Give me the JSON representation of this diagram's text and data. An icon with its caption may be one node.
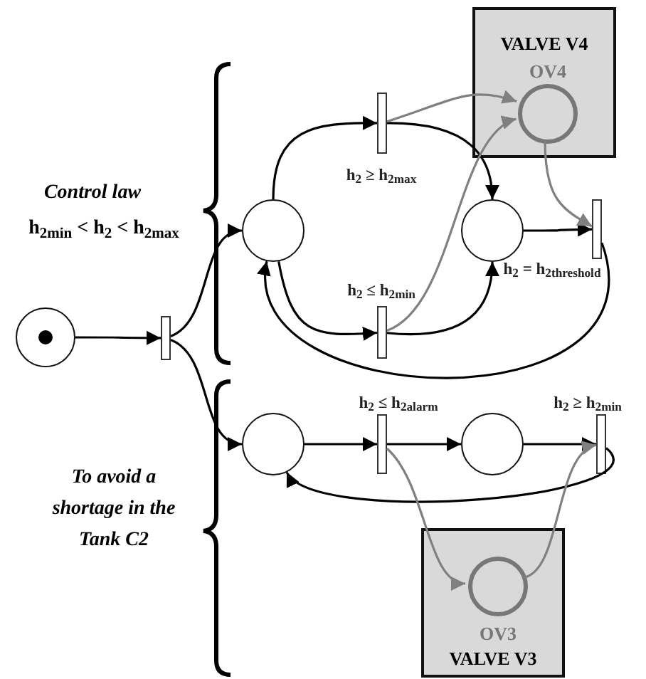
{
  "diagram": {
    "nodes": [
      {
        "text": [
          "VALVE V4"
        ]
      },
      {
        "text": [],
        "shape": "circle",
        "in": 0,
        "beside": [
          "OV4"
        ]
      },
      {
        "text": [],
        "shape": "bar",
        "beside": [
          "h$_{2}$ ≥ h$_{2max}$"
        ]
      },
      {
        "text": [],
        "shape": "circle"
      },
      {
        "text": [],
        "shape": "circle"
      },
      {
        "text": [],
        "shape": "bar",
        "beside": [
          "h$_{2}$ = h$_{2threshold}$"
        ]
      },
      {
        "text": [],
        "shape": "circle"
      },
      {
        "text": [],
        "shape": "bar"
      },
      {
        "text": [],
        "shape": "bar",
        "beside": [
          "h$_{2}$ ≤ h$_{2min}$"
        ]
      },
      {
        "text": [],
        "shape": "circle"
      },
      {
        "text": [],
        "shape": "bar",
        "beside": [
          "h$_{2}$ ≤ h$_{2alarm}$"
        ]
      },
      {
        "text": [],
        "shape": "circle"
      },
      {
        "text": [],
        "shape": "bar",
        "beside": [
          "h$_{2}$ ≥ h$_{2min}$"
        ]
      },
      {
        "text": [
          "VALVE V3"
        ]
      },
      {
        "text": [],
        "shape": "circle",
        "in": 13,
        "beside": [
          "OV3"
        ]
      }
    ],
    "edges": [
      {
        "from": 6,
        "to": 7,
        "arrow": "to"
      },
      {
        "from": 7,
        "to": 3,
        "arrow": "to"
      },
      {
        "from": 7,
        "to": 9,
        "arrow": "to"
      },
      {
        "from": 3,
        "to": 2,
        "arrow": "to"
      },
      {
        "from": 3,
        "to": 8,
        "arrow": "to"
      },
      {
        "from": 2,
        "to": 4,
        "arrow": "to"
      },
      {
        "from": 8,
        "to": 4,
        "arrow": "to"
      },
      {
        "from": 4,
        "to": 5,
        "arrow": "to"
      },
      {
        "from": 5,
        "to": 3,
        "arrow": "to"
      },
      {
        "from": 2,
        "to": 1,
        "arrow": "to",
        "color": "#808080"
      },
      {
        "from": 8,
        "to": 1,
        "arrow": "to",
        "color": "#808080"
      },
      {
        "from": 1,
        "to": 5,
        "arrow": "to",
        "color": "#808080"
      },
      {
        "from": 9,
        "to": 10,
        "arrow": "to"
      },
      {
        "from": 10,
        "to": 11,
        "arrow": "to"
      },
      {
        "from": 11,
        "to": 12,
        "arrow": "to"
      },
      {
        "from": 12,
        "to": 9,
        "arrow": "to"
      },
      {
        "from": 10,
        "to": 14,
        "arrow": "to",
        "color": "#808080"
      },
      {
        "from": 14,
        "to": 12,
        "arrow": "to",
        "color": "#808080"
      }
    ],
    "labels": [
      "Control law",
      "h$_{2min}$ < h$_{2}$ < h$_{2max}$",
      "To avoid a shortage in the Tank C2"
    ]
  }
}
